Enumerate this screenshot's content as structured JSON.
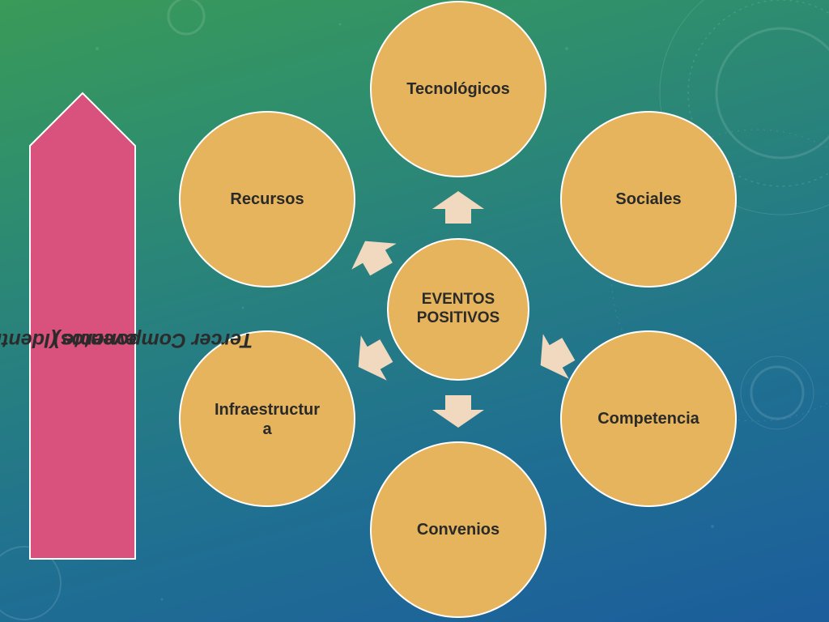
{
  "banner": {
    "line1": "Tercer Componente (Identificación de",
    "line2": "eventos)",
    "color": "#d9527e"
  },
  "center": {
    "line1": "EVENTOS",
    "line2": "POSITIVOS"
  },
  "nodes": [
    {
      "id": "tecnologicos",
      "label": "Tecnológicos"
    },
    {
      "id": "sociales",
      "label": "Sociales"
    },
    {
      "id": "competencia",
      "label": "Competencia"
    },
    {
      "id": "convenios",
      "label": "Convenios"
    },
    {
      "id": "infraestructura",
      "line1": "Infraestructur",
      "line2": "a"
    },
    {
      "id": "recursos",
      "label": "Recursos"
    }
  ],
  "colors": {
    "circle_fill": "#e5b45c",
    "circle_stroke": "#ffffff",
    "arrow_fill": "#f1d9bf"
  }
}
